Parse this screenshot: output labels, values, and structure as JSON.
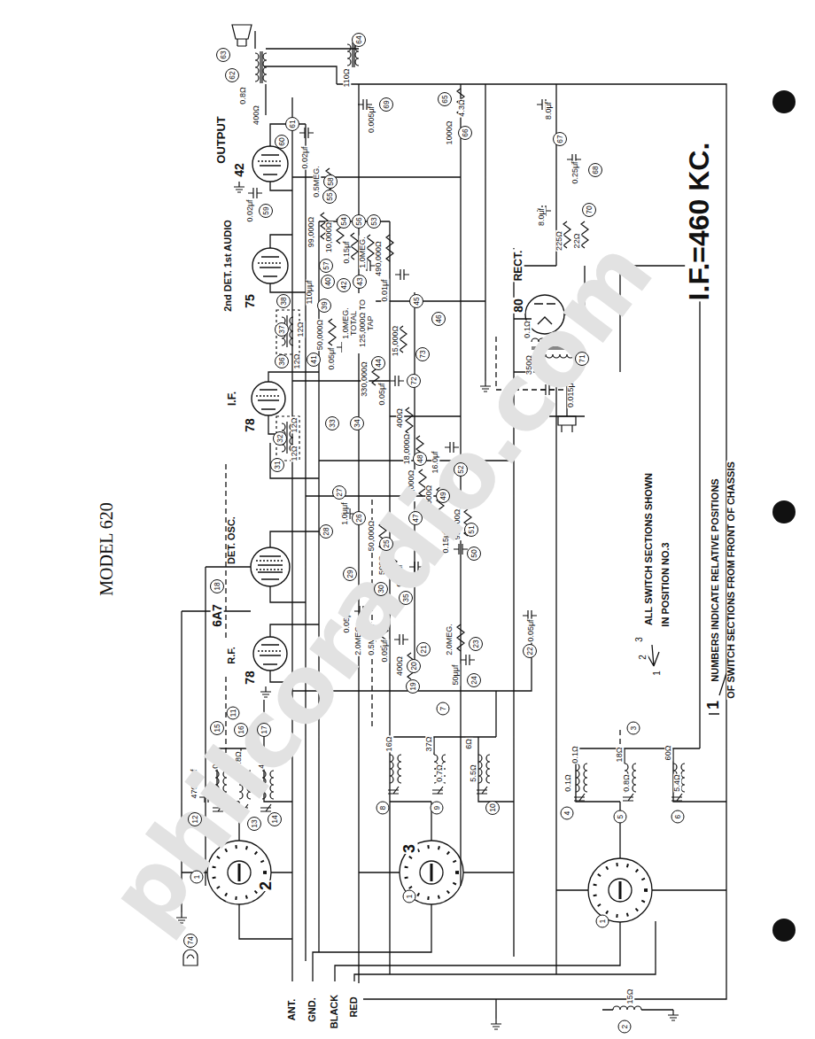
{
  "diagram": {
    "title": "MODEL 620",
    "nodes": [
      {
        "text": [
          "1"
        ]
      },
      {
        "text": [
          "1"
        ]
      },
      {
        "text": [
          "1"
        ]
      },
      {
        "text": [
          "2"
        ]
      },
      {
        "text": [
          "3"
        ]
      },
      {
        "text": [
          "4"
        ]
      },
      {
        "text": [
          "5"
        ]
      },
      {
        "text": [
          "6"
        ]
      },
      {
        "text": [
          "7"
        ]
      },
      {
        "text": [
          "8"
        ]
      },
      {
        "text": [
          "9"
        ]
      },
      {
        "text": [
          "10"
        ]
      },
      {
        "text": [
          "11"
        ]
      },
      {
        "text": [
          "12"
        ]
      },
      {
        "text": [
          "13"
        ]
      },
      {
        "text": [
          "14"
        ]
      },
      {
        "text": [
          "15"
        ]
      },
      {
        "text": [
          "16"
        ]
      },
      {
        "text": [
          "17"
        ]
      },
      {
        "text": [
          "18"
        ]
      },
      {
        "text": [
          "19"
        ]
      },
      {
        "text": [
          "20"
        ]
      },
      {
        "text": [
          "21"
        ]
      },
      {
        "text": [
          "22"
        ]
      },
      {
        "text": [
          "23"
        ]
      },
      {
        "text": [
          "24"
        ]
      },
      {
        "text": [
          "25"
        ]
      },
      {
        "text": [
          "26"
        ]
      },
      {
        "text": [
          "27"
        ]
      },
      {
        "text": [
          "28"
        ]
      },
      {
        "text": [
          "29"
        ]
      },
      {
        "text": [
          "30"
        ]
      },
      {
        "text": [
          "31"
        ]
      },
      {
        "text": [
          "32"
        ]
      },
      {
        "text": [
          "33"
        ]
      },
      {
        "text": [
          "34"
        ]
      },
      {
        "text": [
          "35"
        ]
      },
      {
        "text": [
          "36"
        ]
      },
      {
        "text": [
          "37"
        ]
      },
      {
        "text": [
          "38"
        ]
      },
      {
        "text": [
          "39"
        ]
      },
      {
        "text": [
          "40"
        ]
      },
      {
        "text": [
          "41"
        ]
      },
      {
        "text": [
          "42"
        ]
      },
      {
        "text": [
          "43"
        ]
      },
      {
        "text": [
          "44"
        ]
      },
      {
        "text": [
          "45"
        ]
      },
      {
        "text": [
          "46"
        ]
      },
      {
        "text": [
          "47"
        ]
      },
      {
        "text": [
          "48"
        ]
      },
      {
        "text": [
          "49"
        ]
      },
      {
        "text": [
          "50"
        ]
      },
      {
        "text": [
          "51"
        ]
      },
      {
        "text": [
          "52"
        ]
      },
      {
        "text": [
          "53"
        ]
      },
      {
        "text": [
          "54"
        ]
      },
      {
        "text": [
          "55"
        ]
      },
      {
        "text": [
          "56"
        ]
      },
      {
        "text": [
          "57"
        ]
      },
      {
        "text": [
          "58"
        ]
      },
      {
        "text": [
          "59"
        ]
      },
      {
        "text": [
          "60"
        ]
      },
      {
        "text": [
          "61"
        ]
      },
      {
        "text": [
          "62"
        ]
      },
      {
        "text": [
          "63"
        ]
      },
      {
        "text": [
          "64"
        ]
      },
      {
        "text": [
          "65"
        ]
      },
      {
        "text": [
          "66"
        ]
      },
      {
        "text": [
          "67"
        ]
      },
      {
        "text": [
          "68"
        ]
      },
      {
        "text": [
          "69"
        ]
      },
      {
        "text": [
          "70"
        ]
      },
      {
        "text": [
          "71"
        ]
      },
      {
        "text": [
          "72"
        ]
      },
      {
        "text": [
          "73"
        ]
      },
      {
        "text": [
          "74"
        ]
      }
    ],
    "labels": [
      "OUTPUT",
      "42",
      "2nd DET. 1st AUDIO",
      "75",
      "I.F.",
      "78",
      "DET. OSC.",
      "6A7",
      "R.F.",
      "78",
      "RECT.",
      "80",
      "I.F.=460 KC.",
      "ANT.",
      "GND.",
      "BLACK",
      "RED",
      "ALL SWITCH SECTIONS SHOWN",
      "IN POSITION NO.3",
      "NUMBERS INDICATE RELATIVE POSITIONS",
      "OF SWITCH SECTIONS FROM FRONT OF CHASSIS",
      "1",
      "2",
      "3",
      "1",
      "2",
      "3",
      "0.8Ω",
      "400Ω",
      "110Ω",
      "0.005μf",
      "4.3Ω",
      "1000Ω",
      "8.0μf",
      "8.0μf",
      "0.25μf",
      "225Ω",
      "22Ω",
      "0.02μf",
      "0.5MEG.",
      "0.02μf",
      "99,000Ω",
      "10,000Ω",
      "0.15μf",
      "1.0MEG.",
      "490,000Ω",
      "0.01μf",
      "110μμf",
      "50,000Ω",
      "0.05μf",
      "1.0MEG. TOTAL 125,000Ω TO TAP",
      "15,000Ω",
      "330,000Ω",
      "12Ω",
      "12Ω",
      "12Ω",
      "12Ω",
      "0.05μf",
      "400Ω",
      "18,000Ω",
      "10,000Ω",
      "16.0μf",
      "20,000Ω",
      "99,000Ω",
      "0.15μf",
      "1.0μμf",
      "50,000Ω",
      "500Ω",
      "0.05μf",
      "0.05μf",
      "2.0MEG.",
      "0.5MEG.",
      "0.05μf",
      "400Ω",
      "2.0MEG.",
      "0.05μf",
      "50μμf",
      "4700μμf",
      "0.5Ω",
      "0.8Ω",
      "4.1Ω",
      "16Ω",
      "37Ω",
      "6Ω",
      "0.7Ω",
      "5.5Ω",
      "0.1Ω",
      "18Ω",
      "60Ω",
      "0.1Ω",
      "0.8Ω",
      "5.4Ω",
      "15Ω",
      "0.1Ω",
      "350Ω",
      "0.015μf",
      "philcoradio.com"
    ]
  }
}
